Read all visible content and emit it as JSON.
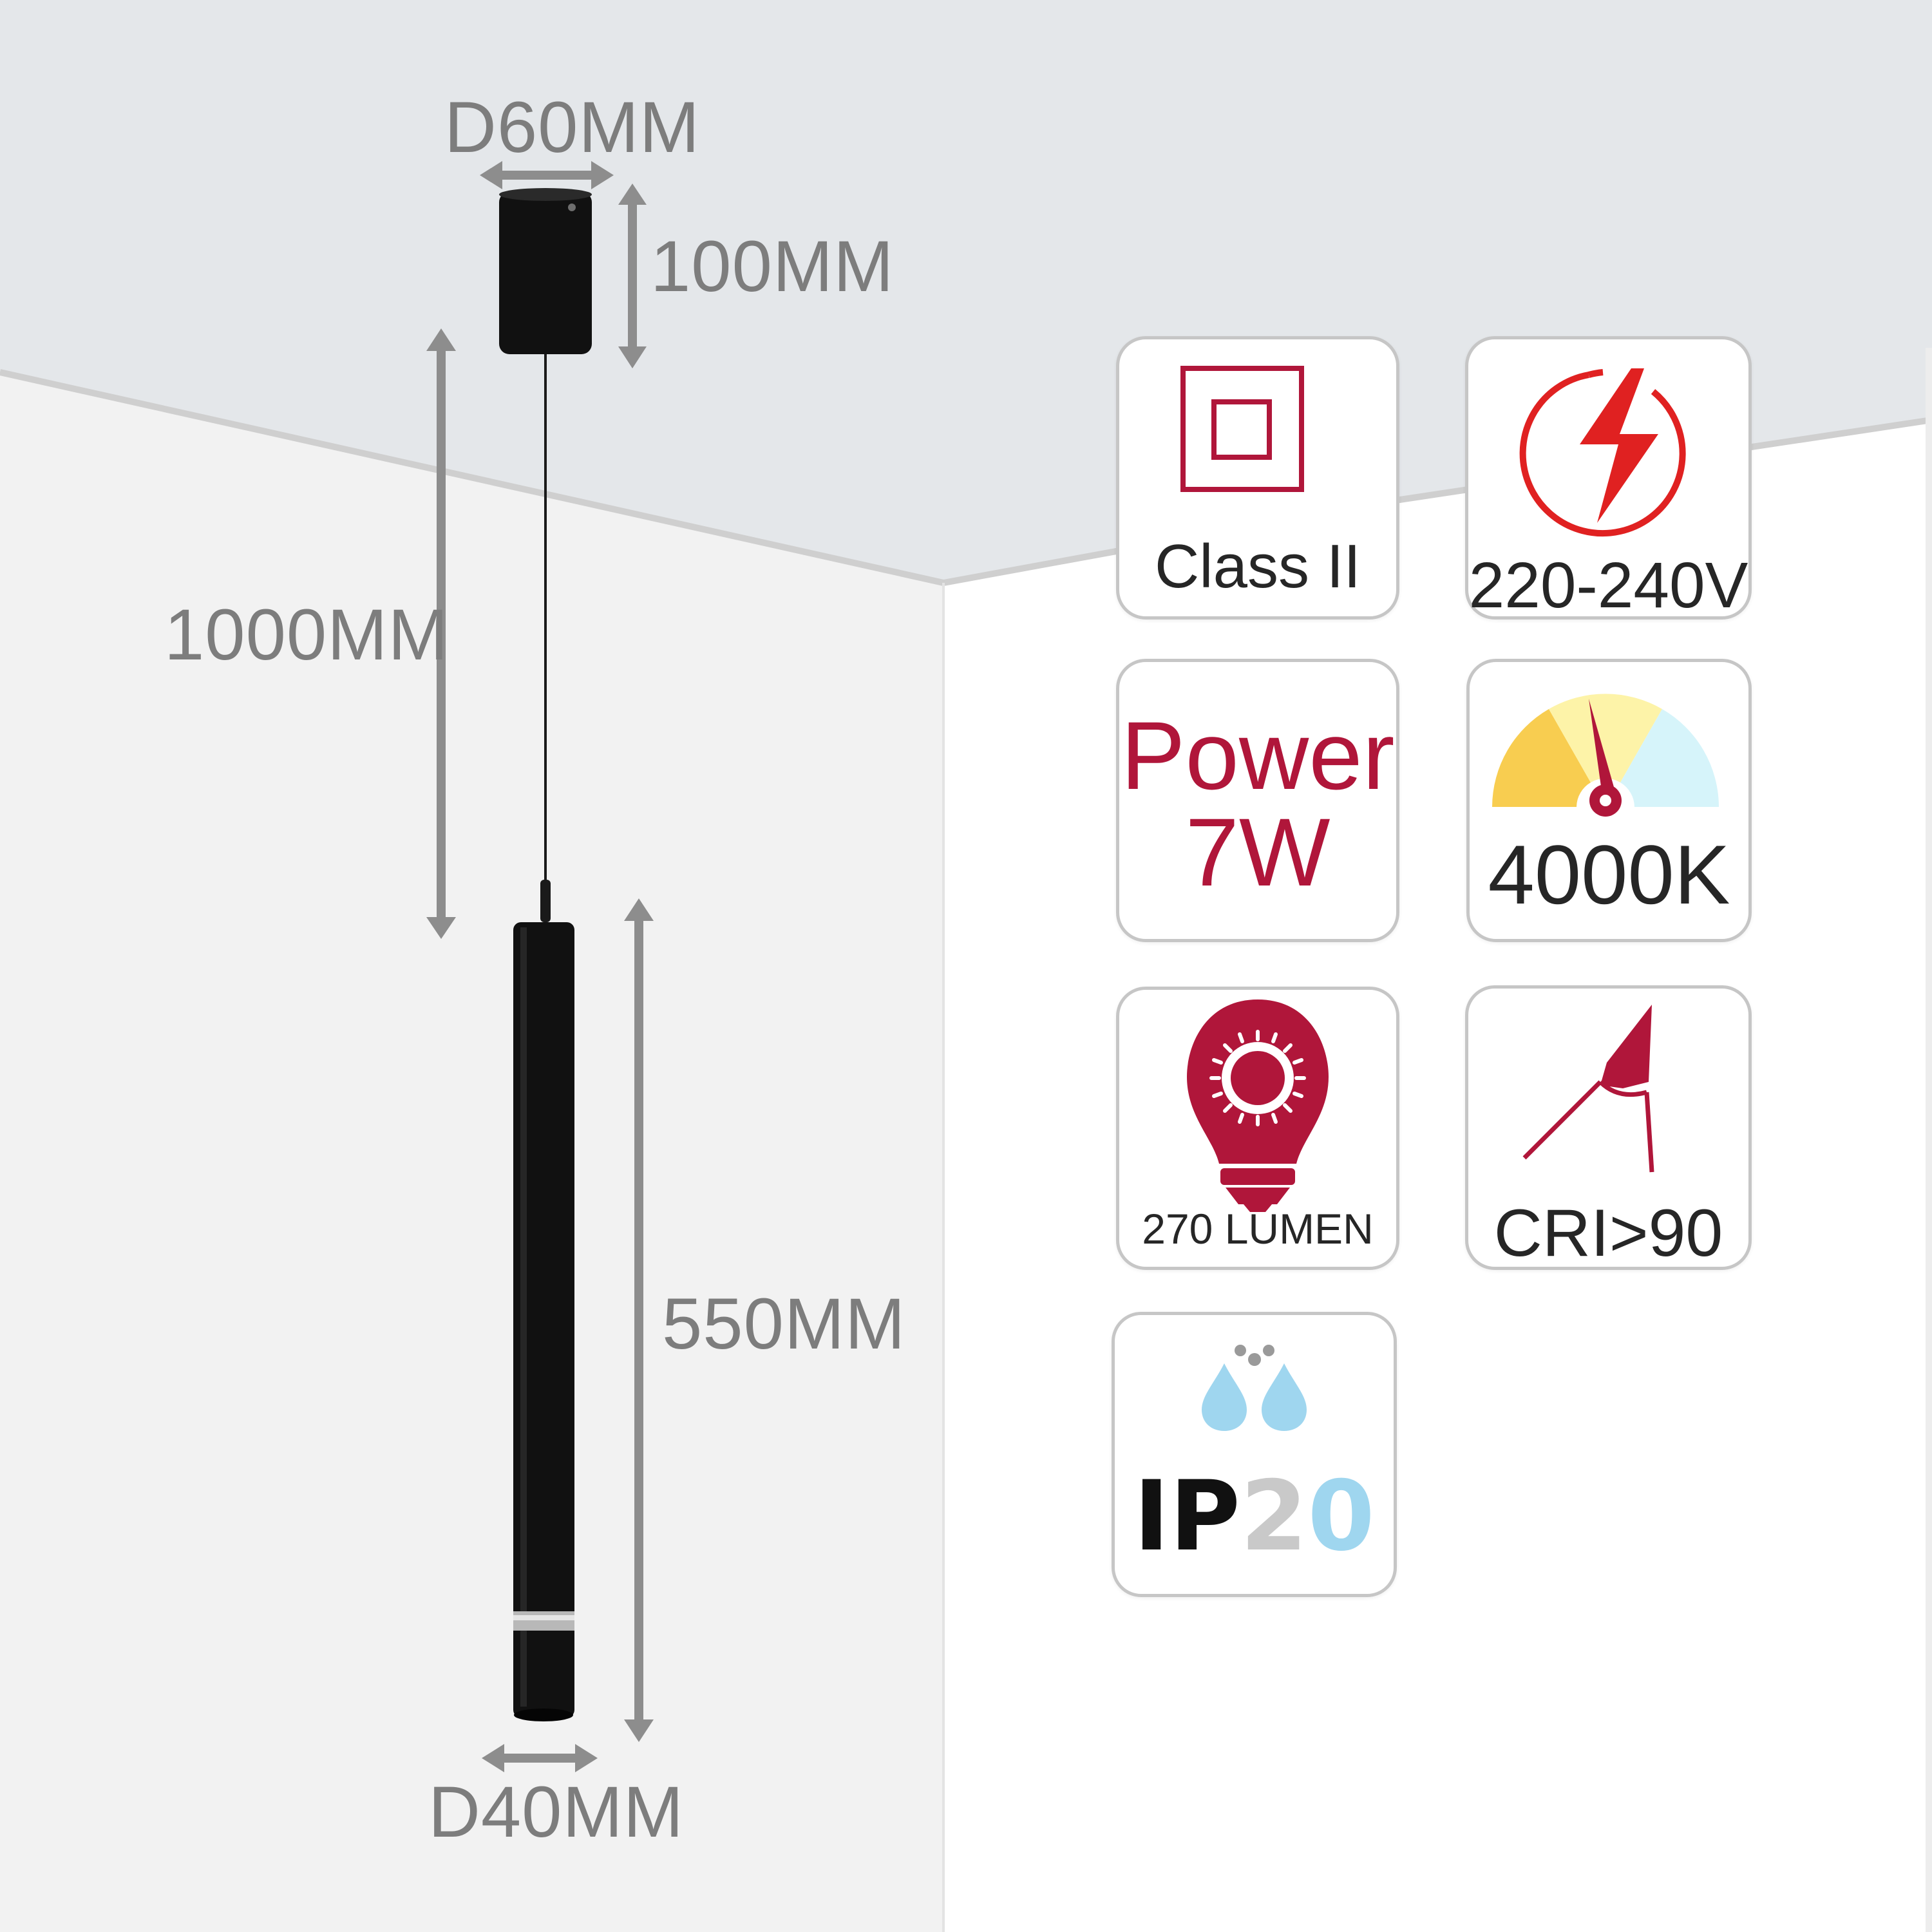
{
  "colors": {
    "brand_red": "#b0163a",
    "icon_red": "#e02121",
    "dim_gray": "#7d7d7d",
    "ceiling": "#e4e7ea",
    "wall_left": "#f2f2f2",
    "wall_right": "#ffffff",
    "card_border": "#c6c6c6",
    "product_black": "#111111",
    "warm": "#f8cd50",
    "neutral": "#fdf3a8",
    "cool": "#d6f4fa",
    "water_blue": "#9fd6ef"
  },
  "dimensions": {
    "canopy_diameter": "D60MM",
    "canopy_height": "100MM",
    "cable_length": "1000MM",
    "tube_length": "550MM",
    "tube_diameter": "D40MM"
  },
  "specs": {
    "class": {
      "label": "Class II",
      "icon": "double-square-icon"
    },
    "voltage": {
      "label": "220-240V",
      "icon": "lightning-bolt-icon"
    },
    "power": {
      "title": "Power",
      "value": "7W"
    },
    "color_temp": {
      "label": "4000K",
      "icon": "color-temperature-gauge-icon",
      "gauge_level": "neutral"
    },
    "lumen": {
      "label": "270 LUMEN",
      "icon": "light-bulb-icon"
    },
    "cri": {
      "label": "CRI>90",
      "icon": "cri-angle-icon"
    },
    "ip": {
      "prefix": "IP",
      "digit1": "2",
      "digit2": "0",
      "icon": "water-drops-icon"
    }
  }
}
